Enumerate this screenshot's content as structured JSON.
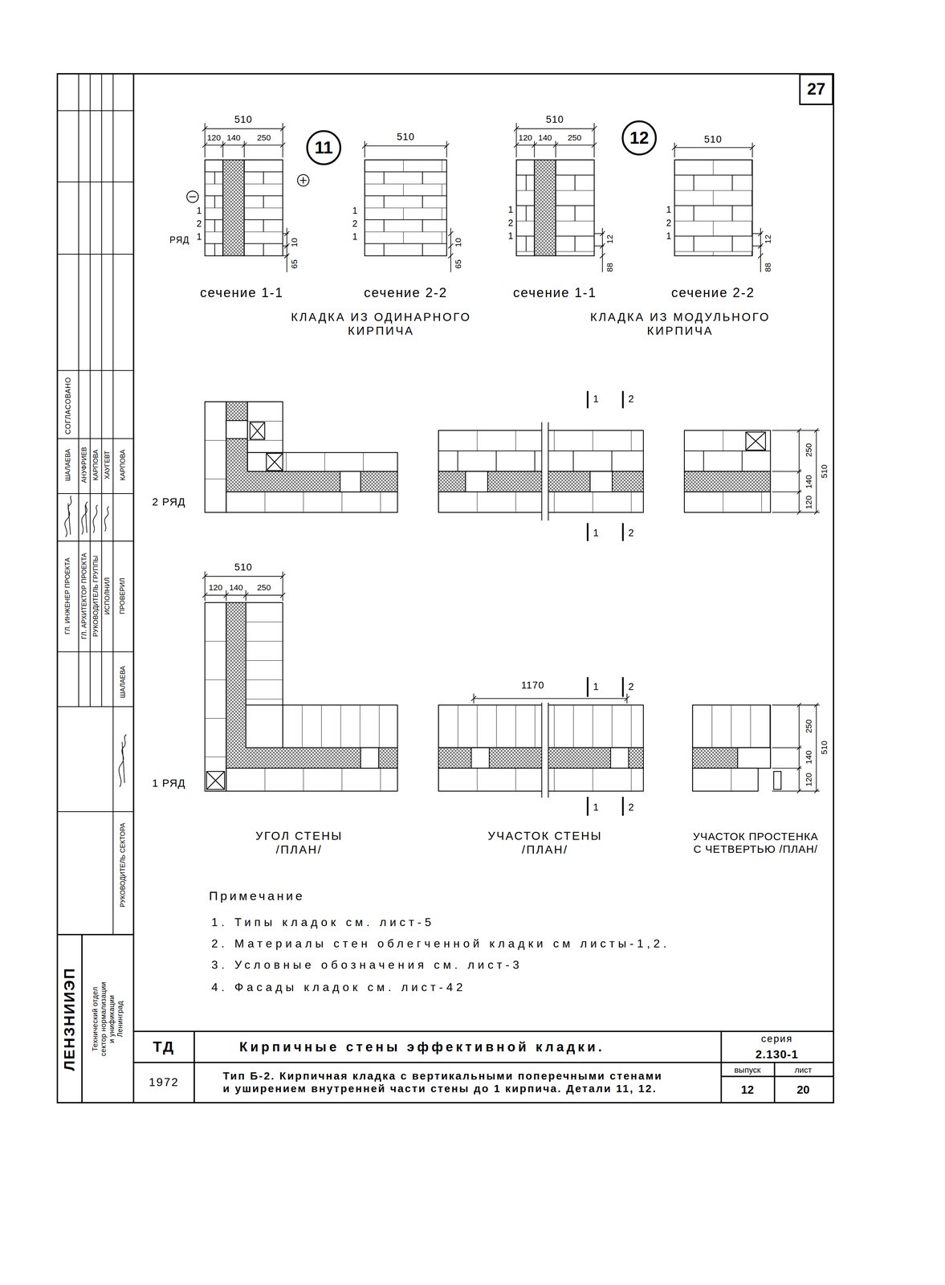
{
  "diagram": {
    "nodes": [
      {
        "text": [
          "27"
        ]
      },
      {
        "text": [
          "11"
        ]
      },
      {
        "text": [
          "12"
        ]
      }
    ],
    "labels": [
      "510",
      "120",
      "140",
      "250",
      "1",
      "2",
      "1",
      "РЯД",
      "10",
      "65",
      "510",
      "1",
      "2",
      "1",
      "10",
      "65",
      "510",
      "120",
      "140",
      "250",
      "1",
      "2",
      "1",
      "12",
      "88",
      "510",
      "1",
      "2",
      "1",
      "12",
      "88",
      "сечение 1-1",
      "сечение 2-2",
      "сечение 1-1",
      "сечение 2-2",
      "КЛАДКА ИЗ ОДИНАРНОГО КИРПИЧА",
      "КЛАДКА ИЗ МОДУЛЬНОГО КИРПИЧА",
      "1",
      "2",
      "250",
      "140",
      "120",
      "510",
      "2 РЯД",
      "1",
      "2",
      "510",
      "120",
      "140",
      "250",
      "1170",
      "1",
      "2",
      "250",
      "140",
      "120",
      "510",
      "1 РЯД",
      "1",
      "2",
      "УГОЛ СТЕНЫ /ПЛАН/",
      "УЧАСТОК СТЕНЫ /ПЛАН/",
      "УЧАСТОК ПРОСТЕНКА С ЧЕТВЕРТЬЮ /ПЛАН/",
      "Примечание",
      "1. Типы кладок см. лист-5",
      "2. Материалы стен облегченной кладки см листы-1,2.",
      "3. Условные обозначения см. лист-3",
      "4. Фасады кладок см. лист-42",
      "ТД",
      "1972",
      "Кирпичные стены эффективной кладки.",
      "серия",
      "2.130-1",
      "Тип Б-2. Кирпичная кладка с вертикальными поперечными стенами и уширением внутренней части стены до 1 кирпича. Детали 11, 12.",
      "выпуск",
      "лист",
      "12",
      "20",
      "СОГЛАСОВАНО",
      "ШАЛАЕВА",
      "АНУФРИЕВ",
      "КАРПОВА",
      "ХАУГЕВТ",
      "КАРПОВА",
      "ГЛ. ИНЖЕНЕР ПРОЕКТА",
      "ГЛ. АРХИТЕКТОР ПРОЕКТА",
      "РУКОВОДИТЕЛЬ ГРУППЫ",
      "ИСПОЛНИЛ",
      "ПРОВЕРИЛ",
      "ШАЛАЕВА",
      "РУКОВОДИТЕЛЬ СЕКТОРА",
      "ЛЕНЗНИИЭП",
      "Технический отдел сектор нормализации и унификации Ленинград"
    ]
  }
}
